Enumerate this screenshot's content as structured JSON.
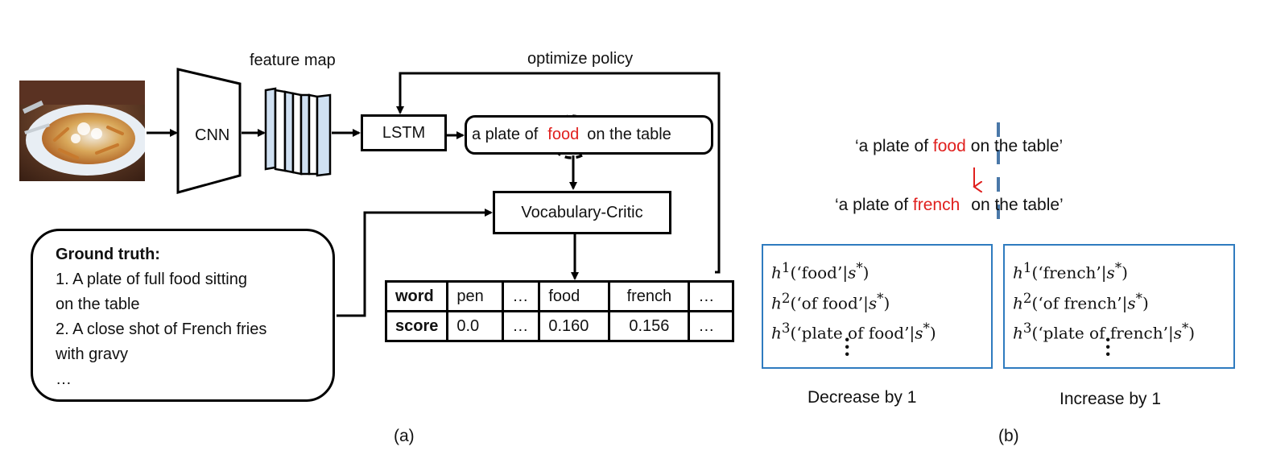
{
  "part_a": {
    "feature_map_label": "feature map",
    "optimize_policy_label": "optimize policy",
    "cnn_label": "CNN",
    "lstm_label": "LSTM",
    "caption": {
      "before": "a plate of",
      "highlight": "food",
      "after": "on the table"
    },
    "critic_label": "Vocabulary-Critic",
    "ground_truth": {
      "heading": "Ground truth:",
      "lines": [
        "1. A plate of full food sitting",
        "on the table",
        "2. A close shot of French fries",
        "with gravy",
        "…"
      ]
    },
    "table": {
      "row1": [
        "word",
        "pen",
        "…",
        "food",
        "french",
        "…"
      ],
      "row2": [
        "score",
        "0.0",
        "…",
        "0.160",
        "0.156",
        "…"
      ]
    },
    "label": "(a)"
  },
  "part_b": {
    "sentence1": {
      "before": "‘a plate of ",
      "word": "food",
      "after": "on the table’"
    },
    "sentence2": {
      "before": "‘a plate of ",
      "word": "french",
      "after": "on the table’"
    },
    "left_panel": [
      "‘food’",
      "‘of food’",
      "‘plate of food’"
    ],
    "right_panel": [
      "‘french’",
      "‘of french’",
      "‘plate of french’"
    ],
    "left_caption": "Decrease by 1",
    "right_caption": "Increase by 1",
    "label": "(b)"
  },
  "colors": {
    "highlight": "#e0201e",
    "panel_border": "#2f7bbf",
    "divider": "#4a78a8"
  }
}
